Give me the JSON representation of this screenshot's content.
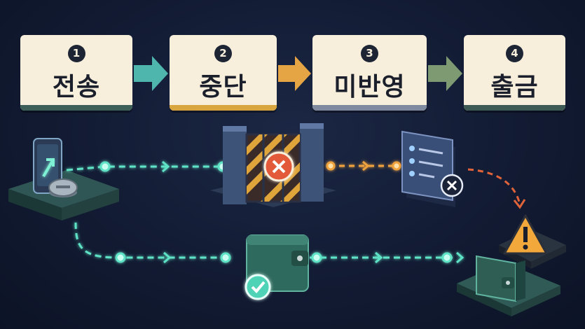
{
  "steps": [
    {
      "number": "1",
      "label": "전송",
      "accent": "#3e5f58"
    },
    {
      "number": "2",
      "label": "중단",
      "accent": "#d9a53f"
    },
    {
      "number": "3",
      "label": "미반영",
      "accent": "#7f8aa0"
    },
    {
      "number": "4",
      "label": "출금",
      "accent": "#3e5a54"
    }
  ],
  "icons": {
    "phone": "phone-arrow-up-icon",
    "coin": "coin-icon",
    "gate": "blocked-gate-icon",
    "block": "x-mark-icon",
    "ledger": "ledger-rejected-icon",
    "warning": "warning-icon",
    "wallet_ok": "wallet-check-icon",
    "wallet_end": "wallet-icon"
  },
  "colors": {
    "teal_flow": "#5fe3c6",
    "orange_flow": "#f0a33c",
    "red_flow": "#e0633a",
    "arrow1": "#4fb6ae",
    "arrow2": "#e6a544",
    "arrow3": "#7d9a72"
  }
}
